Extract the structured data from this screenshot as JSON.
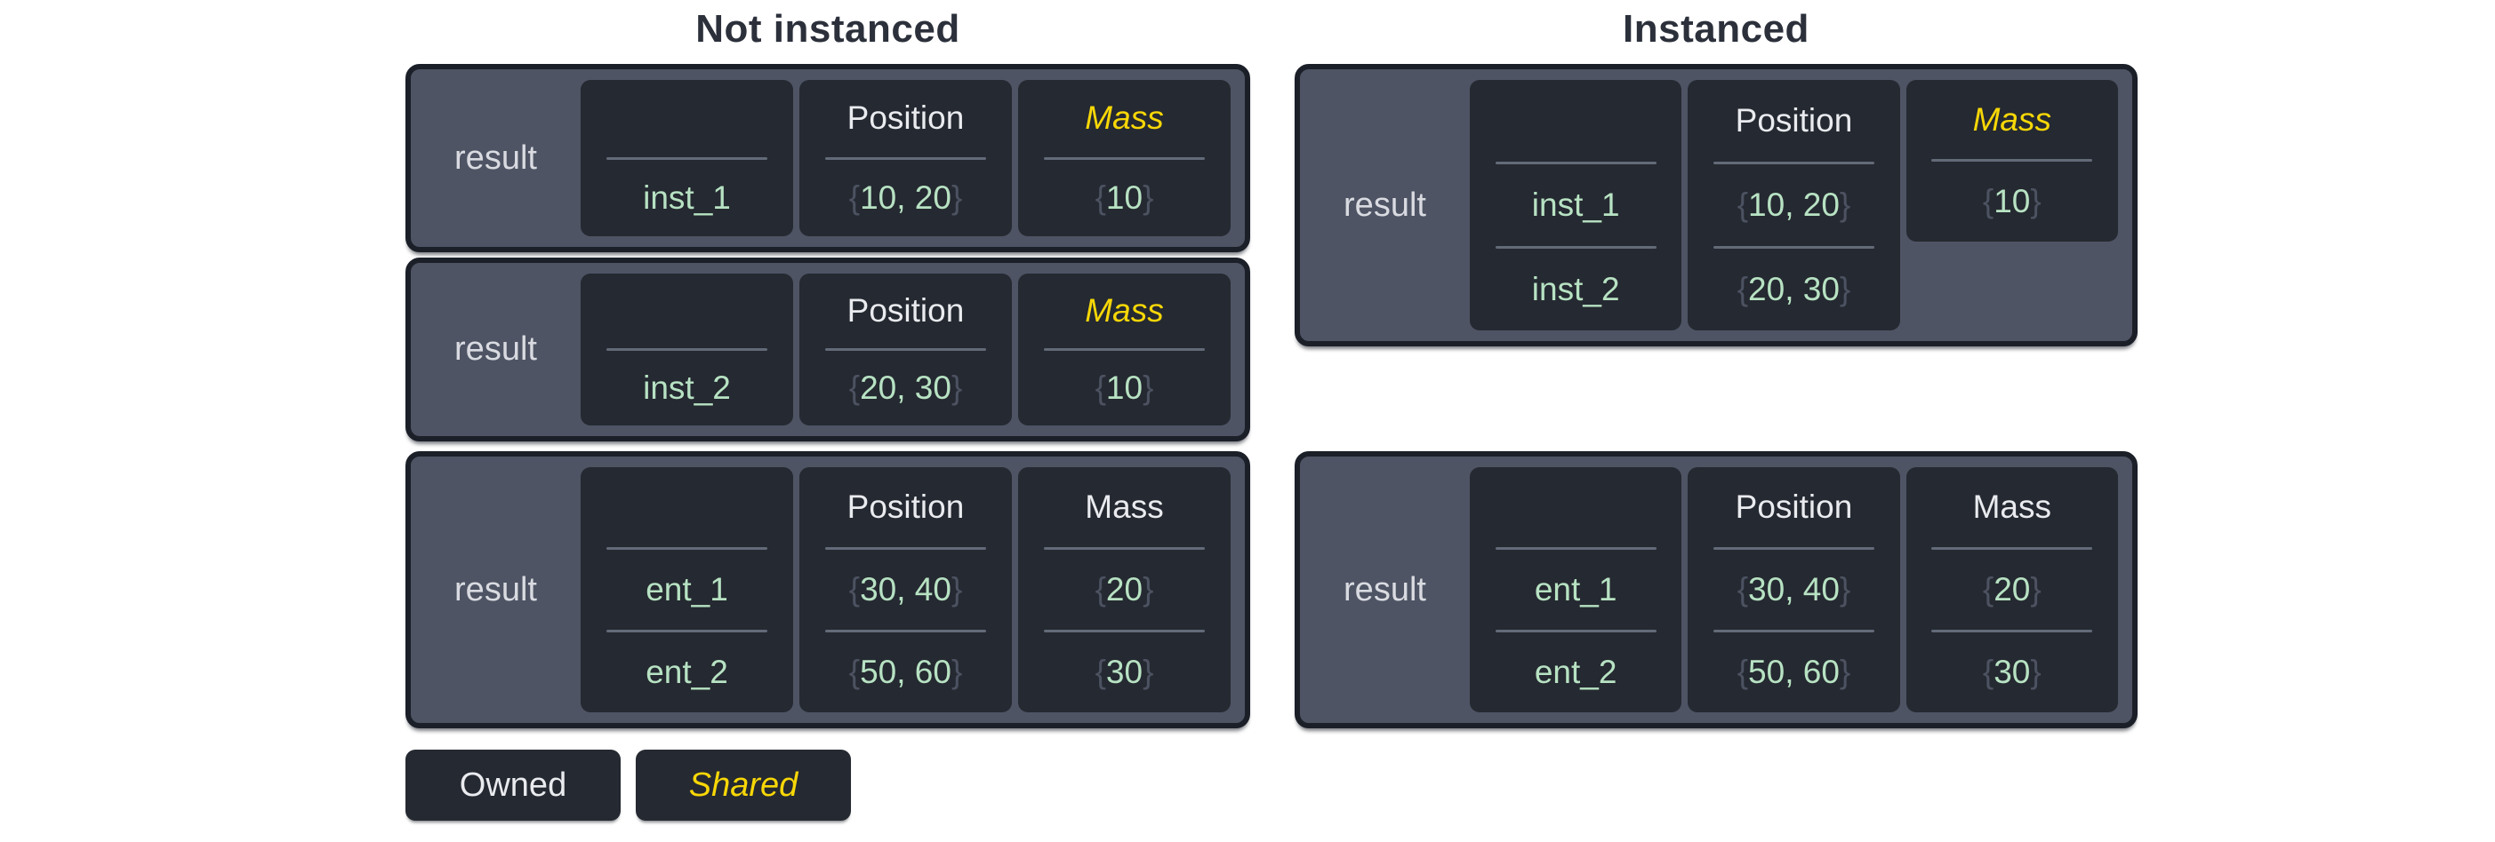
{
  "titles": {
    "left": "Not instanced",
    "right": "Instanced"
  },
  "legend": {
    "owned": "Owned",
    "shared": "Shared"
  },
  "colors": {
    "shared_yellow": "#f7d707",
    "value_green": "#b7e2c3",
    "table_bg": "#4e5464",
    "cell_bg": "#252931",
    "border_dark": "#1b1f28",
    "header_text": "#e9ebef",
    "brace_gray": "#4c5261",
    "title_text": "#2b303b"
  },
  "tables": {
    "left": [
      {
        "label": "result",
        "cols": [
          {
            "name": "entities",
            "header": "",
            "style": "owned",
            "cells": [
              {
                "pre": "",
                "val": "inst_1",
                "post": ""
              }
            ]
          },
          {
            "name": "position",
            "header": "Position",
            "style": "owned",
            "cells": [
              {
                "pre": "{",
                "val": "10, 20",
                "post": "}"
              }
            ]
          },
          {
            "name": "mass",
            "header": "Mass",
            "style": "shared",
            "cells": [
              {
                "pre": "{",
                "val": "10",
                "post": "}"
              }
            ]
          }
        ]
      },
      {
        "label": "result",
        "cols": [
          {
            "name": "entities",
            "header": "",
            "style": "owned",
            "cells": [
              {
                "pre": "",
                "val": "inst_2",
                "post": ""
              }
            ]
          },
          {
            "name": "position",
            "header": "Position",
            "style": "owned",
            "cells": [
              {
                "pre": "{",
                "val": "20, 30",
                "post": "}"
              }
            ]
          },
          {
            "name": "mass",
            "header": "Mass",
            "style": "shared",
            "cells": [
              {
                "pre": "{",
                "val": "10",
                "post": "}"
              }
            ]
          }
        ]
      },
      {
        "label": "result",
        "cols": [
          {
            "name": "entities",
            "header": "",
            "style": "owned",
            "cells": [
              {
                "pre": "",
                "val": "ent_1",
                "post": ""
              },
              {
                "pre": "",
                "val": "ent_2",
                "post": ""
              }
            ]
          },
          {
            "name": "position",
            "header": "Position",
            "style": "owned",
            "cells": [
              {
                "pre": "{",
                "val": "30, 40",
                "post": "}"
              },
              {
                "pre": "{",
                "val": "50, 60",
                "post": "}"
              }
            ]
          },
          {
            "name": "mass",
            "header": "Mass",
            "style": "owned",
            "cells": [
              {
                "pre": "{",
                "val": "20",
                "post": "}"
              },
              {
                "pre": "{",
                "val": "30",
                "post": "}"
              }
            ]
          }
        ]
      }
    ],
    "right": [
      {
        "label": "result",
        "cols": [
          {
            "name": "entities",
            "header": "",
            "style": "owned",
            "cells": [
              {
                "pre": "",
                "val": "inst_1",
                "post": ""
              },
              {
                "pre": "",
                "val": "inst_2",
                "post": ""
              }
            ]
          },
          {
            "name": "position",
            "header": "Position",
            "style": "owned",
            "cells": [
              {
                "pre": "{",
                "val": "10, 20",
                "post": "}"
              },
              {
                "pre": "{",
                "val": "20, 30",
                "post": "}"
              }
            ]
          },
          {
            "name": "mass",
            "header": "Mass",
            "style": "shared",
            "short": true,
            "cells": [
              {
                "pre": "{",
                "val": "10",
                "post": "}"
              }
            ]
          }
        ]
      },
      {
        "label": "result",
        "cols": [
          {
            "name": "entities",
            "header": "",
            "style": "owned",
            "cells": [
              {
                "pre": "",
                "val": "ent_1",
                "post": ""
              },
              {
                "pre": "",
                "val": "ent_2",
                "post": ""
              }
            ]
          },
          {
            "name": "position",
            "header": "Position",
            "style": "owned",
            "cells": [
              {
                "pre": "{",
                "val": "30, 40",
                "post": "}"
              },
              {
                "pre": "{",
                "val": "50, 60",
                "post": "}"
              }
            ]
          },
          {
            "name": "mass",
            "header": "Mass",
            "style": "owned",
            "cells": [
              {
                "pre": "{",
                "val": "20",
                "post": "}"
              },
              {
                "pre": "{",
                "val": "30",
                "post": "}"
              }
            ]
          }
        ]
      }
    ]
  }
}
